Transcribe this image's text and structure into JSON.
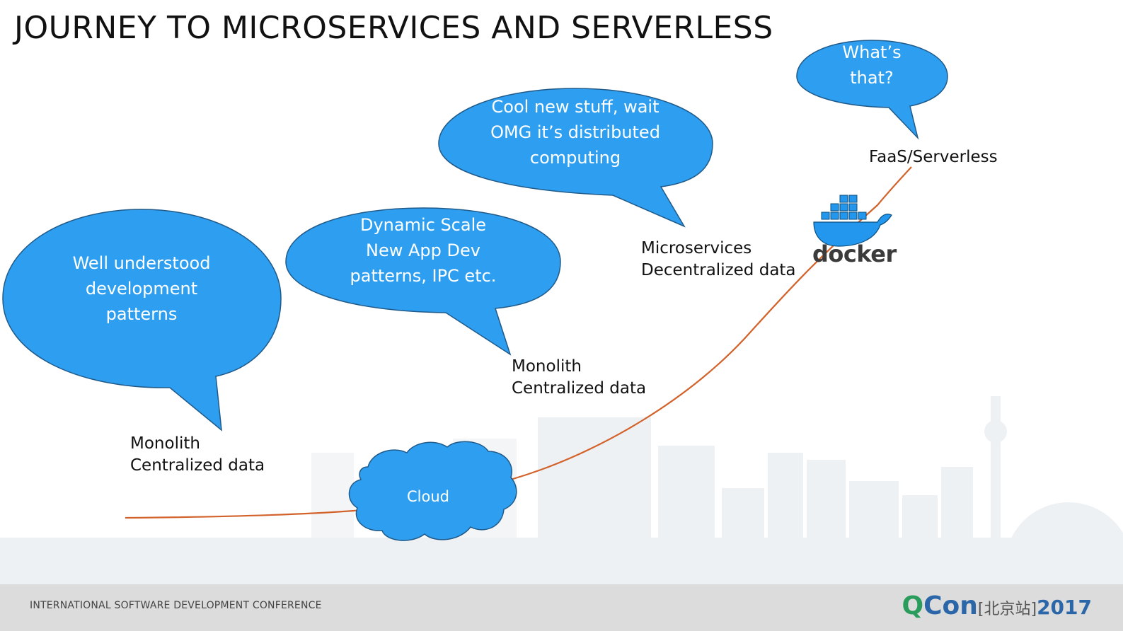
{
  "title": "JOURNEY TO MICROSERVICES AND SERVERLESS",
  "bubbles": {
    "b1": [
      "Well understood",
      "development",
      "patterns"
    ],
    "b2": [
      "Dynamic Scale",
      "New App Dev",
      "patterns, IPC etc."
    ],
    "b3": [
      "Cool new stuff, wait",
      "OMG it’s distributed",
      "computing"
    ],
    "b4": [
      "What’s",
      "that?"
    ]
  },
  "stages": {
    "s1": [
      "Monolith",
      "Centralized data"
    ],
    "s2": [
      "Monolith",
      "Centralized data"
    ],
    "s3": [
      "Microservices",
      "Decentralized data"
    ],
    "s4": [
      "FaaS/Serverless"
    ]
  },
  "cloud_label": "Cloud",
  "docker_label": "docker",
  "footer": {
    "conference": "INTERNATIONAL SOFTWARE DEVELOPMENT CONFERENCE",
    "brand_q": "Q",
    "brand_con": "Con",
    "brand_city": "[北京站]",
    "brand_year": "2017"
  },
  "colors": {
    "bubble": "#2e9ff0",
    "bubble_stroke": "#1f5a8a",
    "curve": "#d2622a",
    "docker_blue": "#2396ed"
  }
}
